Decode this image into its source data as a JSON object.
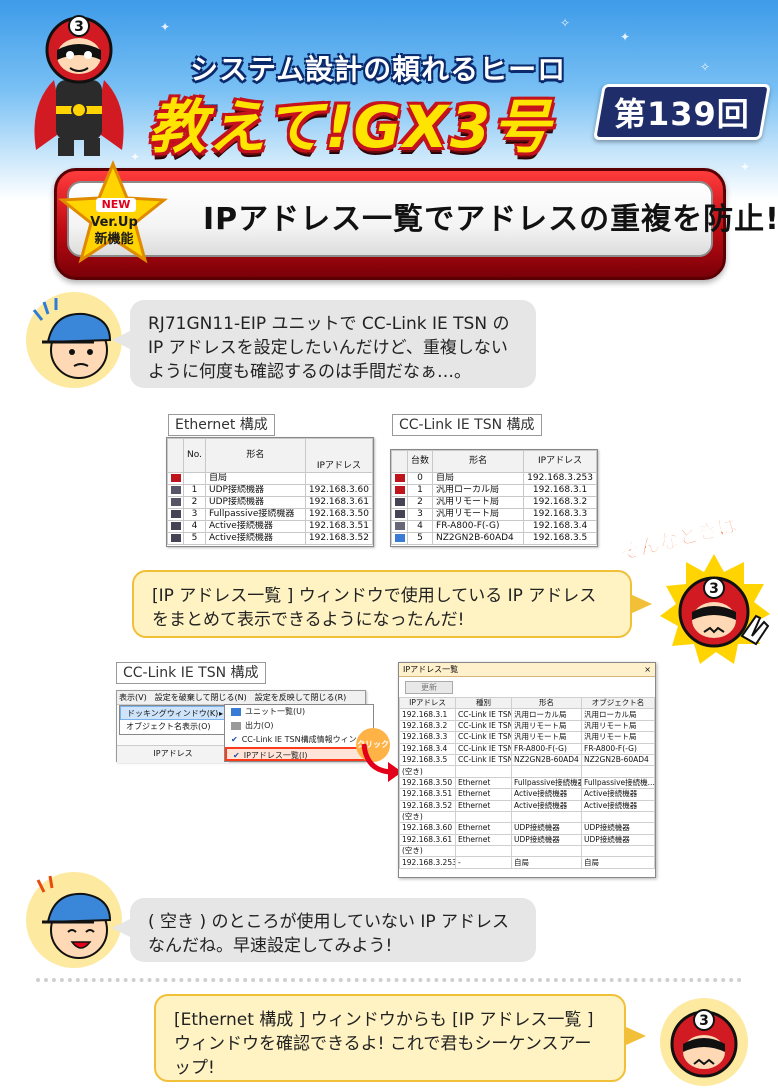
{
  "header": {
    "subtitle": "システム設計の頼れるヒーロー",
    "title": "教えて!GX3号",
    "episode": "第139回",
    "hero_mask_number": "3"
  },
  "banner": {
    "badge_new": "NEW",
    "badge_line1": "Ver.Up",
    "badge_line2": "新機能",
    "title": "IPアドレス一覧でアドレスの重複を防止!"
  },
  "dialog": {
    "q1": "RJ71GN11-EIP ユニットで CC-Link IE TSN の IP アドレスを設定したいんだけど、重複しないように何度も確認するのは手間だなぁ…。",
    "sonna": "そんなときは",
    "a1": "[IP アドレス一覧 ] ウィンドウで使用している IP アドレスをまとめて表示できるようになったんだ!",
    "q2": "( 空き ) のところが使用していない IP アドレスなんだね。早速設定してみよう!",
    "a2": "[Ethernet 構成 ] ウィンドウからも [IP アドレス一覧 ] ウィンドウを確認できるよ! これで君もシーケンスアーップ!"
  },
  "ethernet_config": {
    "label": "Ethernet 構成",
    "headers": [
      "No.",
      "形名",
      "IPアドレス"
    ],
    "rows": [
      {
        "no": "",
        "name": "自局",
        "ip": ""
      },
      {
        "no": "1",
        "name": "UDP接続機器",
        "ip": "192.168.3.60"
      },
      {
        "no": "2",
        "name": "UDP接続機器",
        "ip": "192.168.3.61"
      },
      {
        "no": "3",
        "name": "Fullpassive接続機器",
        "ip": "192.168.3.50"
      },
      {
        "no": "4",
        "name": "Active接続機器",
        "ip": "192.168.3.51"
      },
      {
        "no": "5",
        "name": "Active接続機器",
        "ip": "192.168.3.52"
      }
    ]
  },
  "tsn_config": {
    "label": "CC-Link IE TSN 構成",
    "headers": [
      "台数",
      "形名",
      "IPアドレス"
    ],
    "rows": [
      {
        "no": "0",
        "name": "自局",
        "ip": "192.168.3.253"
      },
      {
        "no": "1",
        "name": "汎用ローカル局",
        "ip": "192.168.3.1"
      },
      {
        "no": "2",
        "name": "汎用リモート局",
        "ip": "192.168.3.2"
      },
      {
        "no": "3",
        "name": "汎用リモート局",
        "ip": "192.168.3.3"
      },
      {
        "no": "4",
        "name": "FR-A800-F(-G)",
        "ip": "192.168.3.4"
      },
      {
        "no": "5",
        "name": "NZ2GN2B-60AD4",
        "ip": "192.168.3.5"
      }
    ]
  },
  "tsn_menu": {
    "label": "CC-Link IE TSN 構成",
    "menubar": [
      "表示(V)",
      "設定を破棄して閉じる(N)",
      "設定を反映して閉じる(R)"
    ],
    "view_menu": [
      "ドッキングウィンドウ(K)",
      "オブジェクト名表示(O)"
    ],
    "dock_menu": [
      "ユニット一覧(U)",
      "出力(O)",
      "CC-Link IE TSN構成情報ウィンドウ(C)",
      "IPアドレス一覧(I)"
    ],
    "column_ip": "IPアドレス",
    "click_label": "クリック"
  },
  "ip_list": {
    "title": "IPアドレス一覧",
    "close": "×",
    "refresh": "更新",
    "headers": [
      "IPアドレス",
      "種別",
      "形名",
      "オブジェクト名"
    ],
    "rows": [
      {
        "ip": "192.168.3.1",
        "type": "CC-Link IE TSN",
        "model": "汎用ローカル局",
        "obj": "汎用ローカル局"
      },
      {
        "ip": "192.168.3.2",
        "type": "CC-Link IE TSN",
        "model": "汎用リモート局",
        "obj": "汎用リモート局"
      },
      {
        "ip": "192.168.3.3",
        "type": "CC-Link IE TSN",
        "model": "汎用リモート局",
        "obj": "汎用リモート局"
      },
      {
        "ip": "192.168.3.4",
        "type": "CC-Link IE TSN",
        "model": "FR-A800-F(-G)",
        "obj": "FR-A800-F(-G)"
      },
      {
        "ip": "192.168.3.5",
        "type": "CC-Link IE TSN",
        "model": "NZ2GN2B-60AD4",
        "obj": "NZ2GN2B-60AD4"
      },
      {
        "ip": "(空き)",
        "type": "",
        "model": "",
        "obj": ""
      },
      {
        "ip": "192.168.3.50",
        "type": "Ethernet",
        "model": "Fullpassive接続機器",
        "obj": "Fullpassive接続機..."
      },
      {
        "ip": "192.168.3.51",
        "type": "Ethernet",
        "model": "Active接続機器",
        "obj": "Active接続機器"
      },
      {
        "ip": "192.168.3.52",
        "type": "Ethernet",
        "model": "Active接続機器",
        "obj": "Active接続機器"
      },
      {
        "ip": "(空き)",
        "type": "",
        "model": "",
        "obj": ""
      },
      {
        "ip": "192.168.3.60",
        "type": "Ethernet",
        "model": "UDP接続機器",
        "obj": "UDP接続機器"
      },
      {
        "ip": "192.168.3.61",
        "type": "Ethernet",
        "model": "UDP接続機器",
        "obj": "UDP接続機器"
      },
      {
        "ip": "(空き)",
        "type": "",
        "model": "",
        "obj": ""
      },
      {
        "ip": "192.168.3.253",
        "type": "-",
        "model": "自局",
        "obj": "自局"
      }
    ]
  },
  "colors": {
    "hero_red": "#c5121c",
    "title_yellow": "#ffe400",
    "navy": "#1f2d6a",
    "bubble_gray": "#e6e6e6",
    "bubble_yellow": "#fff3c4",
    "highlight_orange": "#ff3a1a"
  }
}
